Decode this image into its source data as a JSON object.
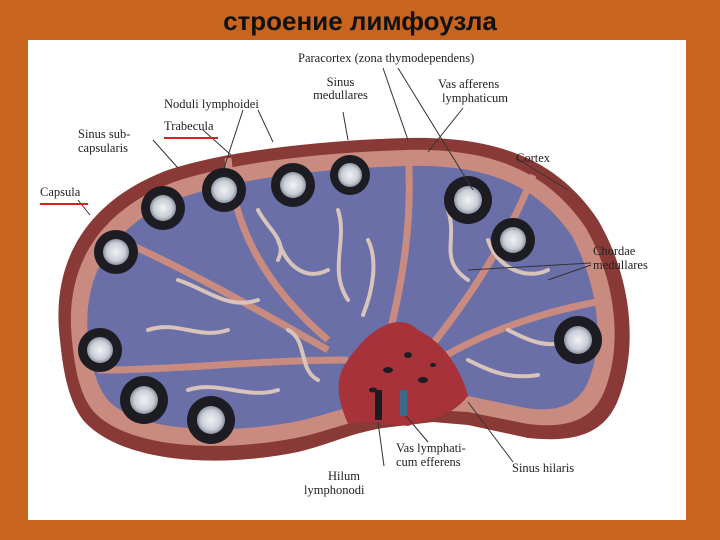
{
  "slide": {
    "title": "строение лимфоузла",
    "background_color": "#c8641e"
  },
  "diagram": {
    "labels": {
      "paracortex": "Paracortex (zona thymodependens)",
      "sinus_medullares_1": "Sinus",
      "sinus_medullares_2": "medullares",
      "vas_afferens_1": "Vas afferens",
      "vas_afferens_2": "lymphaticum",
      "noduli": "Noduli lymphoidei",
      "trabecula": "Trabecula",
      "sinus_sub_1": "Sinus sub-",
      "sinus_sub_2": "capsularis",
      "cortex": "Cortex",
      "capsula": "Capsula",
      "chordae_1": "Chordae",
      "chordae_2": "medullares",
      "vas_efferens_1": "Vas lymphati-",
      "vas_efferens_2": "cum efferens",
      "sinus_hilaris": "Sinus hilaris",
      "hilum_1": "Hilum",
      "hilum_2": "lymphonodi"
    },
    "colors": {
      "capsule": "#8a3a36",
      "cortex": "#c98b80",
      "medulla": "#6a6fa8",
      "cords": "#d8c4ba",
      "hilum": "#a8323a",
      "nodule_ring": "#1c1c22",
      "germinal_center": "#e6e6ea",
      "underline": "#d62020"
    }
  }
}
